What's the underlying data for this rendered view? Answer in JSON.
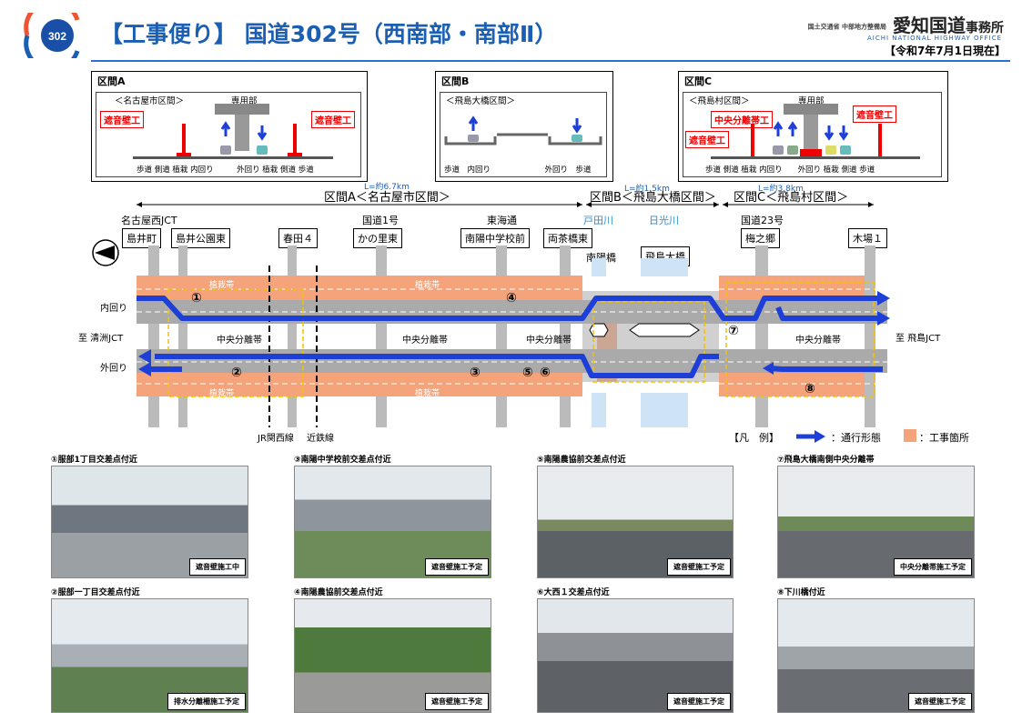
{
  "header": {
    "badge_number": "302",
    "title": "【工事便り】 国道302号（西南部・南部Ⅱ）",
    "org_name": "愛知国道",
    "org_suffix": "事務所",
    "org_ministry": "国土交通省 中部地方整備局",
    "org_roman": "AICHI NATIONAL HIGHWAY OFFICE",
    "date": "【令和7年7月1日現在】"
  },
  "panels": {
    "a": {
      "title": "区間A",
      "section": "＜名古屋市区間＞",
      "top_label": "専用部",
      "wall_left": "遮音壁工",
      "wall_right": "遮音壁工",
      "bottom": "歩道 側道 植栽 内回り　　　外回り 植栽 側道 歩道"
    },
    "b": {
      "title": "区間B",
      "section": "＜飛島大橋区間＞",
      "bottom": "歩道　内回り　　　　　　　外回り　歩道"
    },
    "c": {
      "title": "区間C",
      "section": "＜飛島村区間＞",
      "top_label": "専用部",
      "median": "中央分離帯工",
      "wall_left": "遮音壁工",
      "wall_right": "遮音壁工",
      "bottom": "歩道 側道 植栽 内回り　　外回り 植栽 側道 歩道"
    }
  },
  "sections": {
    "a_len": "L=約6.7km",
    "b_len": "L=約1.5km",
    "c_len": "L=約3.8km",
    "a": "区間A＜名古屋市区間＞",
    "b": "区間B＜飛島大橋区間＞",
    "c": "区間C＜飛島村区間＞"
  },
  "intersections_top": {
    "nagoya_nishi": "名古屋西JCT",
    "kokudo1": "国道1号",
    "tokaidori": "東海通",
    "kokudo23": "国道23号"
  },
  "rivers": {
    "todagawa": "戸田川",
    "nikkogawa": "日光川"
  },
  "intersections": {
    "shimaimachi": "島井町",
    "shimai_koen": "島井公園東",
    "kasuga4": "春田４",
    "kanosato": "かの里東",
    "nanyo_chugakko": "南陽中学校前",
    "ryochabashi": "両茶橋東",
    "nanyo_bashi": "南陽橋",
    "tobishima_ohashi": "飛島大橋",
    "umenogo": "梅之郷",
    "kiba1": "木場１"
  },
  "road": {
    "inner": "内回り",
    "outer": "外回り",
    "to_west": "至 清洲JCT",
    "to_east": "至 飛島JCT",
    "median": "中央分離帯",
    "greenery": "植栽帯",
    "rail_jr": "JR関西線",
    "rail_kintetsu": "近鉄線",
    "markers": [
      "①",
      "②",
      "③",
      "④",
      "⑤",
      "⑥",
      "⑦",
      "⑧"
    ]
  },
  "legend": {
    "label": "【凡　例】",
    "traffic": "：通行形態",
    "work": "：工事箇所"
  },
  "photos": [
    {
      "caption": "①服部1丁目交差点付近",
      "note": "遮音壁施工中"
    },
    {
      "caption": "②服部一丁目交差点付近",
      "note": "排水分離柵施工予定"
    },
    {
      "caption": "③南陽中学校前交差点付近",
      "note": "遮音壁施工予定"
    },
    {
      "caption": "④南陽農協前交差点付近",
      "note": "遮音壁施工予定"
    },
    {
      "caption": "⑤南陽農協前交差点付近",
      "note": "遮音壁施工予定"
    },
    {
      "caption": "⑥大西１交差点付近",
      "note": "遮音壁施工予定"
    },
    {
      "caption": "⑦飛島大橋南側中央分離帯",
      "note": "中央分離帯施工予定"
    },
    {
      "caption": "⑧下川橋付近",
      "note": "遮音壁施工予定"
    }
  ],
  "colors": {
    "accent": "#1a5fb4",
    "work": "#f4a37a",
    "traffic": "#1d3fd8",
    "red": "#e00000"
  }
}
